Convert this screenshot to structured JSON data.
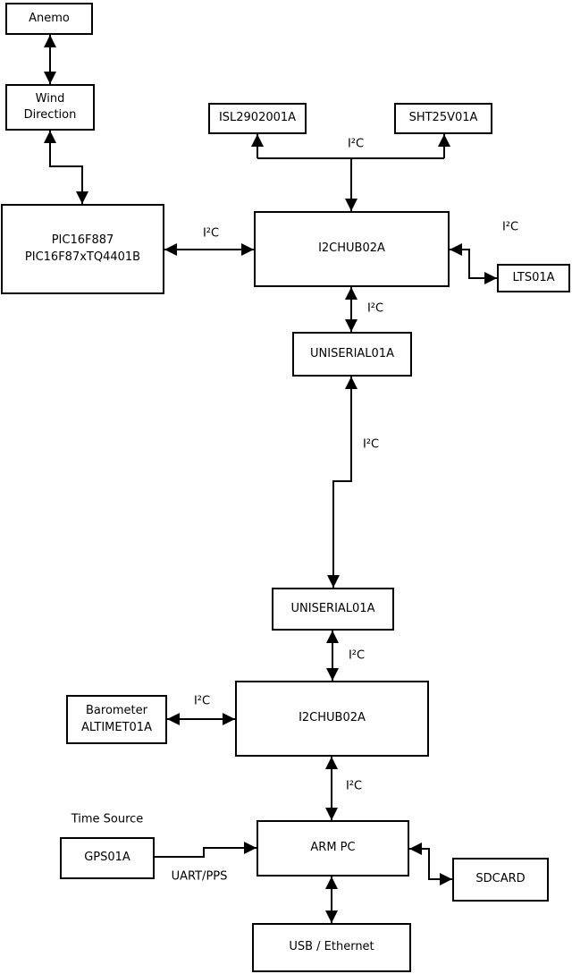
{
  "diagram_type": "hardware-block-diagram",
  "nodes": {
    "anemo": {
      "label": "Anemo"
    },
    "wind_direction": {
      "line1": "Wind",
      "line2": "Direction"
    },
    "pic": {
      "line1": "PIC16F887",
      "line2": "PIC16F87xTQ4401B"
    },
    "isl": {
      "label": "ISL2902001A"
    },
    "sht": {
      "label": "SHT25V01A"
    },
    "i2c_hub_1": {
      "label": "I2CHUB02A"
    },
    "lts": {
      "label": "LTS01A"
    },
    "uniserial_1": {
      "label": "UNISERIAL01A"
    },
    "uniserial_2": {
      "label": "UNISERIAL01A"
    },
    "i2c_hub_2": {
      "label": "I2CHUB02A"
    },
    "barometer": {
      "line1": "Barometer",
      "line2": "ALTIMET01A"
    },
    "gps": {
      "label": "GPS01A"
    },
    "arm_pc": {
      "label": "ARM PC"
    },
    "sdcard": {
      "label": "SDCARD"
    },
    "usb_ethernet": {
      "label": "USB / Ethernet"
    }
  },
  "edge_labels": {
    "i2c": "I²C",
    "uart_pps": "UART/PPS",
    "time_source": "Time Source"
  },
  "edges": [
    {
      "from": "anemo",
      "to": "wind_direction",
      "bidirectional": true,
      "label": ""
    },
    {
      "from": "wind_direction",
      "to": "pic",
      "bidirectional": true,
      "label": ""
    },
    {
      "from": "pic",
      "to": "i2c_hub_1",
      "bidirectional": true,
      "label": "I²C"
    },
    {
      "from": "i2c_hub_1",
      "to": "isl",
      "bidirectional": true,
      "label": "I²C"
    },
    {
      "from": "i2c_hub_1",
      "to": "sht",
      "bidirectional": true,
      "label": "I²C"
    },
    {
      "from": "i2c_hub_1",
      "to": "lts",
      "bidirectional": true,
      "label": "I²C"
    },
    {
      "from": "i2c_hub_1",
      "to": "uniserial_1",
      "bidirectional": true,
      "label": "I²C"
    },
    {
      "from": "uniserial_1",
      "to": "uniserial_2",
      "bidirectional": true,
      "label": "I²C"
    },
    {
      "from": "uniserial_2",
      "to": "i2c_hub_2",
      "bidirectional": true,
      "label": "I²C"
    },
    {
      "from": "barometer",
      "to": "i2c_hub_2",
      "bidirectional": true,
      "label": "I²C"
    },
    {
      "from": "i2c_hub_2",
      "to": "arm_pc",
      "bidirectional": true,
      "label": "I²C"
    },
    {
      "from": "gps",
      "to": "arm_pc",
      "bidirectional": false,
      "label": "UART/PPS"
    },
    {
      "from": "arm_pc",
      "to": "sdcard",
      "bidirectional": true,
      "label": ""
    },
    {
      "from": "arm_pc",
      "to": "usb_ethernet",
      "bidirectional": true,
      "label": ""
    }
  ],
  "colors": {
    "line": "#000000",
    "text": "#000000",
    "box_background": "#ffffff",
    "page_background": "#ffffff"
  }
}
